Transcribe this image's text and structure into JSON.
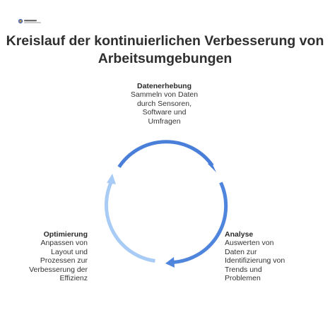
{
  "logo": {
    "icon": "brand-logo"
  },
  "title": "Kreislauf der kontinuierlichen Verbesserung von Arbeitsumgebungen",
  "cycle": {
    "colors": {
      "top_arc": "#4a7fd9",
      "right_arc": "#4f85dc",
      "bottom_arc": "#9cc2f2",
      "left_arc": "#a8ccf5"
    },
    "steps": [
      {
        "heading": "Datenerhebung",
        "description": "Sammeln von Daten\ndurch Sensoren,\nSoftware und\nUmfragen"
      },
      {
        "heading": "Analyse",
        "description": "Auswerten von\nDaten zur\nIdentifizierung von\nTrends und\nProblemen"
      },
      {
        "heading": "Optimierung",
        "description": "Anpassen von\nLayout und\nProzessen zur\nVerbesserung der\nEffizienz"
      }
    ]
  }
}
